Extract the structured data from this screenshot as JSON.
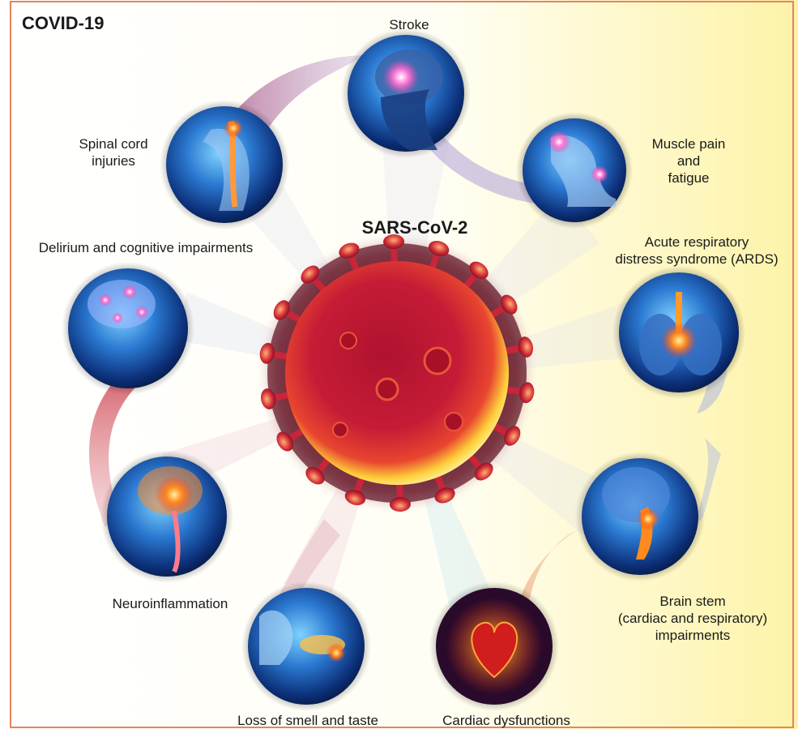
{
  "title": "COVID-19",
  "center": {
    "label": "SARS-CoV-2"
  },
  "nodes": [
    {
      "id": "stroke",
      "label": "Stroke",
      "icon": "brain-headache-icon"
    },
    {
      "id": "muscle",
      "lines": [
        "Muscle pain",
        "and",
        "fatigue"
      ],
      "icon": "crouching-body-icon"
    },
    {
      "id": "ards",
      "lines": [
        "Acute respiratory",
        "distress syndrome (ARDS)"
      ],
      "icon": "lungs-icon"
    },
    {
      "id": "brainstem",
      "lines": [
        "Brain stem",
        "(cardiac and respiratory)",
        "impairments"
      ],
      "icon": "brain-stem-icon"
    },
    {
      "id": "cardiac",
      "label": "Cardiac dysfunctions",
      "icon": "heart-icon"
    },
    {
      "id": "smell",
      "label": "Loss of smell and taste",
      "icon": "nasal-cavity-icon"
    },
    {
      "id": "neuro",
      "label": "Neuroinflammation",
      "icon": "inflamed-brain-icon"
    },
    {
      "id": "delirium",
      "label": "Delirium and cognitive impairments",
      "icon": "glowing-brain-icon"
    },
    {
      "id": "spinal",
      "lines": [
        "Spinal cord",
        "injuries"
      ],
      "icon": "spine-icon"
    }
  ],
  "colors": {
    "border": "#e9825f",
    "virus_core": "#c8183a",
    "virus_glow": "#ffd23a",
    "medallion": "#1f5fb8",
    "backdrop": "#fdf5b8"
  }
}
